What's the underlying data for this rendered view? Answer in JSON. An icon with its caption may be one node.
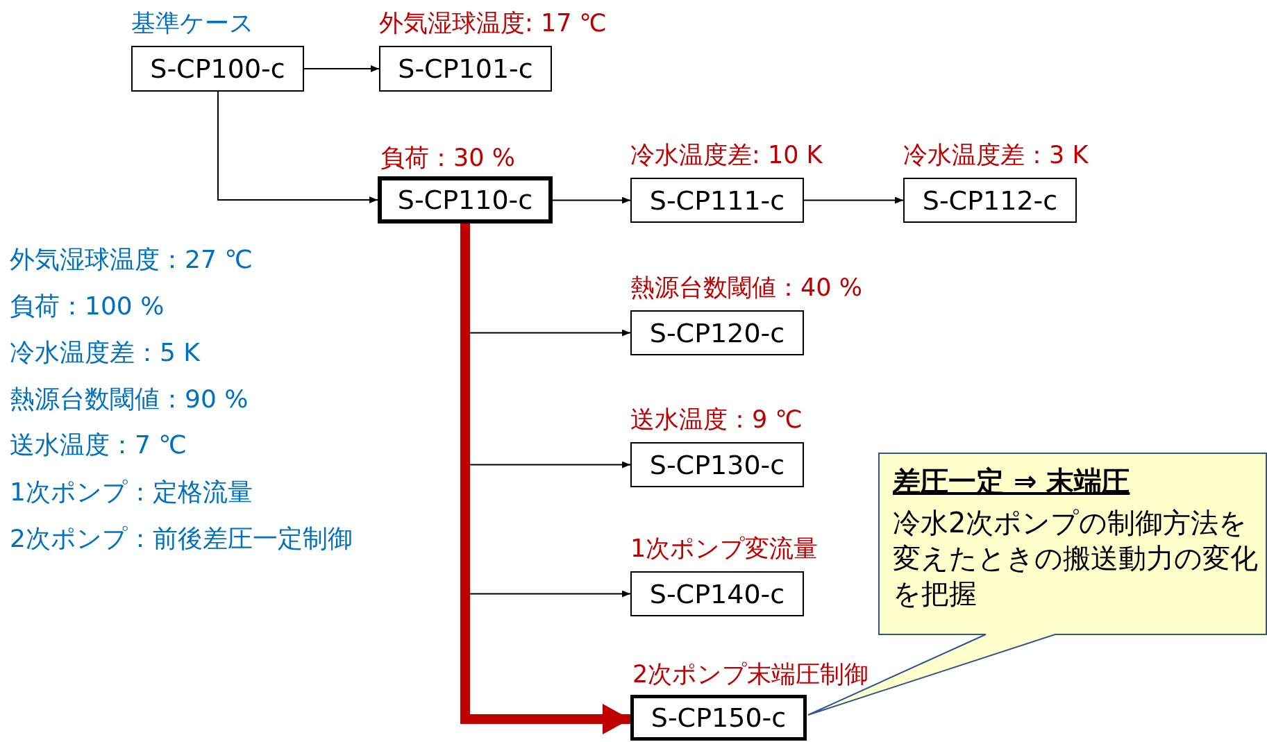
{
  "diagram": {
    "nodes": [
      {
        "text": [
          "S-CP100-c"
        ],
        "beside": [
          "基準ケース"
        ]
      },
      {
        "text": [
          "S-CP101-c"
        ],
        "beside": [
          "外気湿球温度: 17 ℃"
        ]
      },
      {
        "text": [
          "S-CP110-c"
        ],
        "beside": [
          "負荷：30 %"
        ]
      },
      {
        "text": [
          "S-CP111-c"
        ],
        "beside": [
          "冷水温度差: 10 K"
        ]
      },
      {
        "text": [
          "S-CP112-c"
        ],
        "beside": [
          "冷水温度差：3 K"
        ]
      },
      {
        "text": [
          "S-CP120-c"
        ],
        "beside": [
          "熱源台数閾値：40 %"
        ]
      },
      {
        "text": [
          "S-CP130-c"
        ],
        "beside": [
          "送水温度：9 ℃"
        ]
      },
      {
        "text": [
          "S-CP140-c"
        ],
        "beside": [
          "1次ポンプ変流量"
        ]
      },
      {
        "text": [
          "S-CP150-c"
        ],
        "beside": [
          "2次ポンプ末端圧制御"
        ]
      },
      {
        "text": [
          "差圧一定 ⇒ 末端圧",
          "冷水2次ポンプの制御方法を変えたときの搬送動力の変化を把握"
        ]
      }
    ],
    "edges": [
      {
        "from": 0,
        "to": 1,
        "arrow": "to"
      },
      {
        "from": 0,
        "to": 2,
        "arrow": "to"
      },
      {
        "from": 2,
        "to": 3,
        "arrow": "to"
      },
      {
        "from": 3,
        "to": 4,
        "arrow": "to"
      },
      {
        "from": 2,
        "to": 5,
        "arrow": "to"
      },
      {
        "from": 2,
        "to": 6,
        "arrow": "to"
      },
      {
        "from": 2,
        "to": 7,
        "arrow": "to"
      },
      {
        "from": 2,
        "to": 8,
        "arrow": "to",
        "style": "thick",
        "color": "#c00000"
      }
    ],
    "labels": [
      "外気湿球温度：27 ℃",
      "負荷：100 %",
      "冷水温度差：5 K",
      "熱源台数閾値：90 %",
      "送水温度：7 ℃",
      "1次ポンプ：定格流量",
      "2次ポンプ：前後差圧一定制御"
    ]
  }
}
